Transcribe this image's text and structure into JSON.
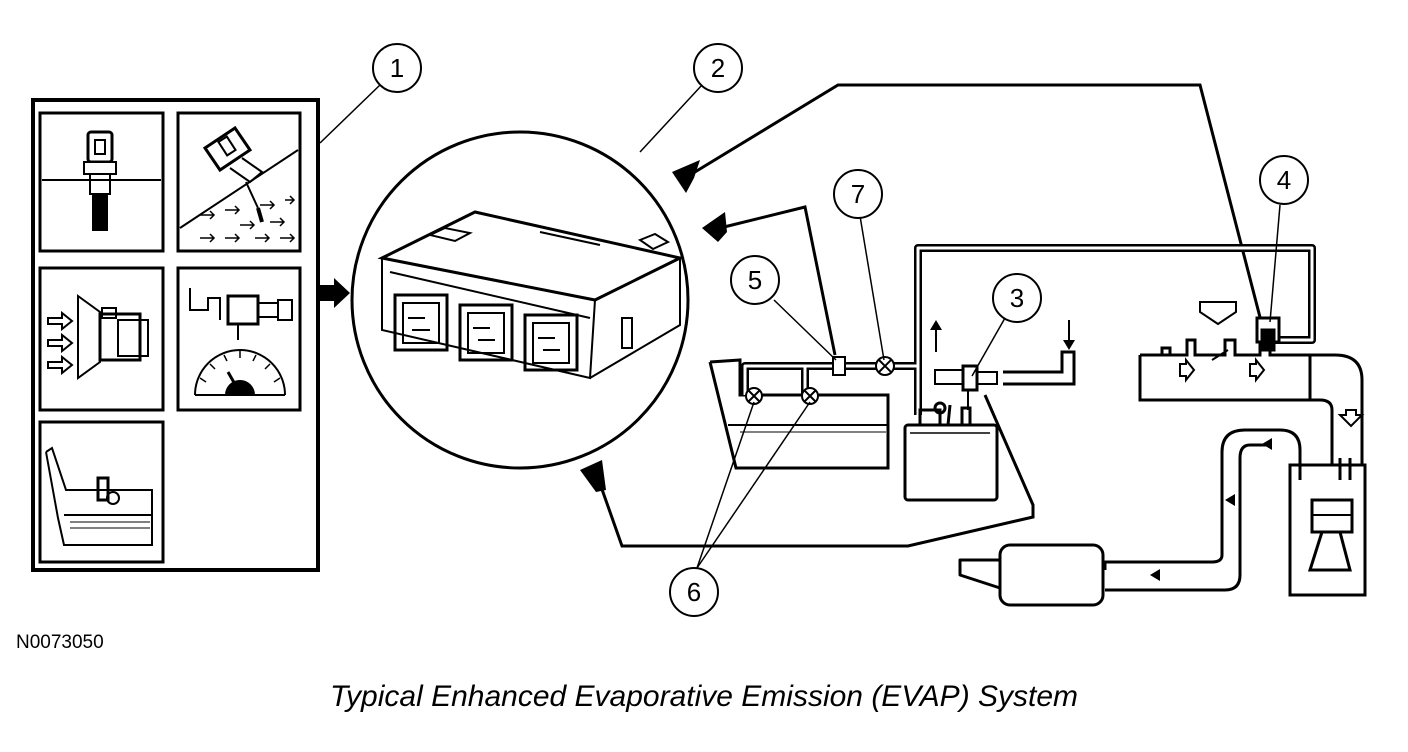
{
  "figure": {
    "reference_code": "N0073050",
    "caption": "Typical Enhanced Evaporative Emission (EVAP) System"
  },
  "callouts": [
    "1",
    "2",
    "3",
    "4",
    "5",
    "6",
    "7"
  ]
}
